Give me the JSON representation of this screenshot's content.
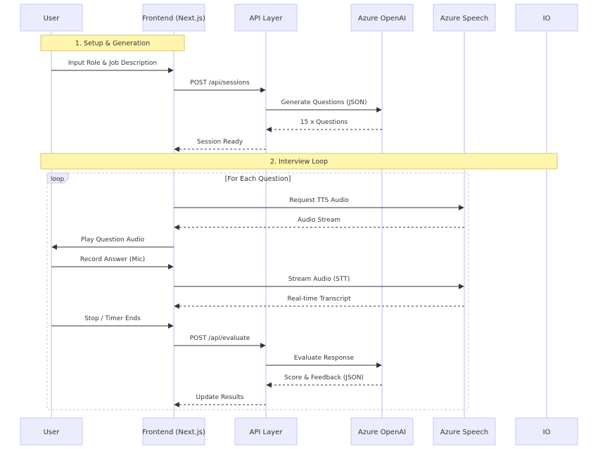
{
  "participants": [
    {
      "id": "user",
      "label": "User"
    },
    {
      "id": "frontend",
      "label": "Frontend (Next.js)"
    },
    {
      "id": "api",
      "label": "API Layer"
    },
    {
      "id": "openai",
      "label": "Azure OpenAI"
    },
    {
      "id": "speech",
      "label": "Azure Speech"
    },
    {
      "id": "io",
      "label": "IO"
    }
  ],
  "notes": [
    {
      "id": "setup",
      "text": "1. Setup & Generation",
      "from": "user",
      "to": "frontend"
    },
    {
      "id": "interview",
      "text": "2. Interview Loop",
      "from": "user",
      "to": "io"
    }
  ],
  "loop": {
    "label": "loop",
    "condition": "[For Each Question]"
  },
  "messages": [
    {
      "from": "user",
      "to": "frontend",
      "text": "Input Role & Job Description",
      "dashed": false
    },
    {
      "from": "frontend",
      "to": "api",
      "text": "POST /api/sessions",
      "dashed": false
    },
    {
      "from": "api",
      "to": "openai",
      "text": "Generate Questions (JSON)",
      "dashed": false
    },
    {
      "from": "openai",
      "to": "api",
      "text": "15 x Questions",
      "dashed": true
    },
    {
      "from": "api",
      "to": "frontend",
      "text": "Session Ready",
      "dashed": true
    },
    {
      "from": "frontend",
      "to": "speech",
      "text": "Request TTS Audio",
      "dashed": false
    },
    {
      "from": "speech",
      "to": "frontend",
      "text": "Audio Stream",
      "dashed": true
    },
    {
      "from": "frontend",
      "to": "user",
      "text": "Play Question Audio",
      "dashed": false
    },
    {
      "from": "user",
      "to": "frontend",
      "text": "Record Answer (Mic)",
      "dashed": false
    },
    {
      "from": "frontend",
      "to": "speech",
      "text": "Stream Audio (STT)",
      "dashed": false
    },
    {
      "from": "speech",
      "to": "frontend",
      "text": "Real-time Transcript",
      "dashed": true
    },
    {
      "from": "user",
      "to": "frontend",
      "text": "Stop / Timer Ends",
      "dashed": false
    },
    {
      "from": "frontend",
      "to": "api",
      "text": "POST /api/evaluate",
      "dashed": false
    },
    {
      "from": "api",
      "to": "openai",
      "text": "Evaluate Response",
      "dashed": false
    },
    {
      "from": "openai",
      "to": "api",
      "text": "Score & Feedback (JSON)",
      "dashed": true
    },
    {
      "from": "api",
      "to": "frontend",
      "text": "Update Results",
      "dashed": true
    }
  ]
}
